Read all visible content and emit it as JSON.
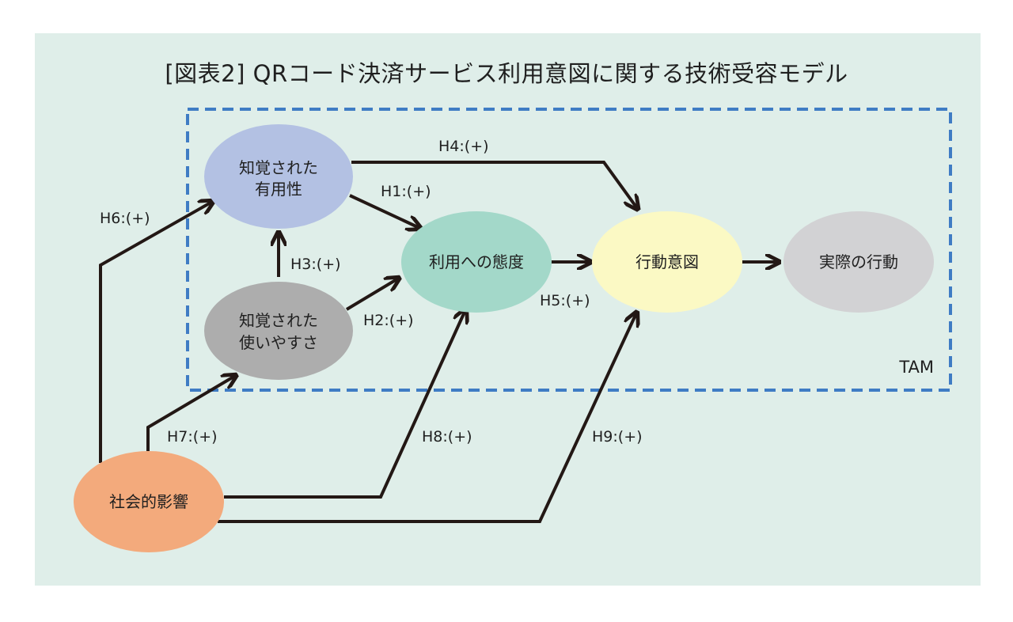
{
  "title": "[図表2] QRコード決済サービス利用意図に関する技術受容モデル",
  "frame_label": "TAM",
  "colors": {
    "background": "#dfeee9",
    "frame": "#3f7cc4",
    "usefulness": "#b3c1e3",
    "ease_of_use": "#adadad",
    "attitude": "#a3d8c9",
    "intention": "#fbf9c4",
    "actual": "#d2d2d4",
    "social": "#f3aa7c",
    "arrow": "#231815"
  },
  "nodes": {
    "usefulness": [
      "知覚された",
      "有用性"
    ],
    "ease_of_use": [
      "知覚された",
      "使いやすさ"
    ],
    "attitude": "利用への態度",
    "intention": "行動意図",
    "actual": "実際の行動",
    "social": "社会的影響"
  },
  "hypotheses": {
    "h1": "H1:(+)",
    "h2": "H2:(+)",
    "h3": "H3:(+)",
    "h4": "H4:(+)",
    "h5": "H5:(+)",
    "h6": "H6:(+)",
    "h7": "H7:(+)",
    "h8": "H8:(+)",
    "h9": "H9:(+)"
  }
}
